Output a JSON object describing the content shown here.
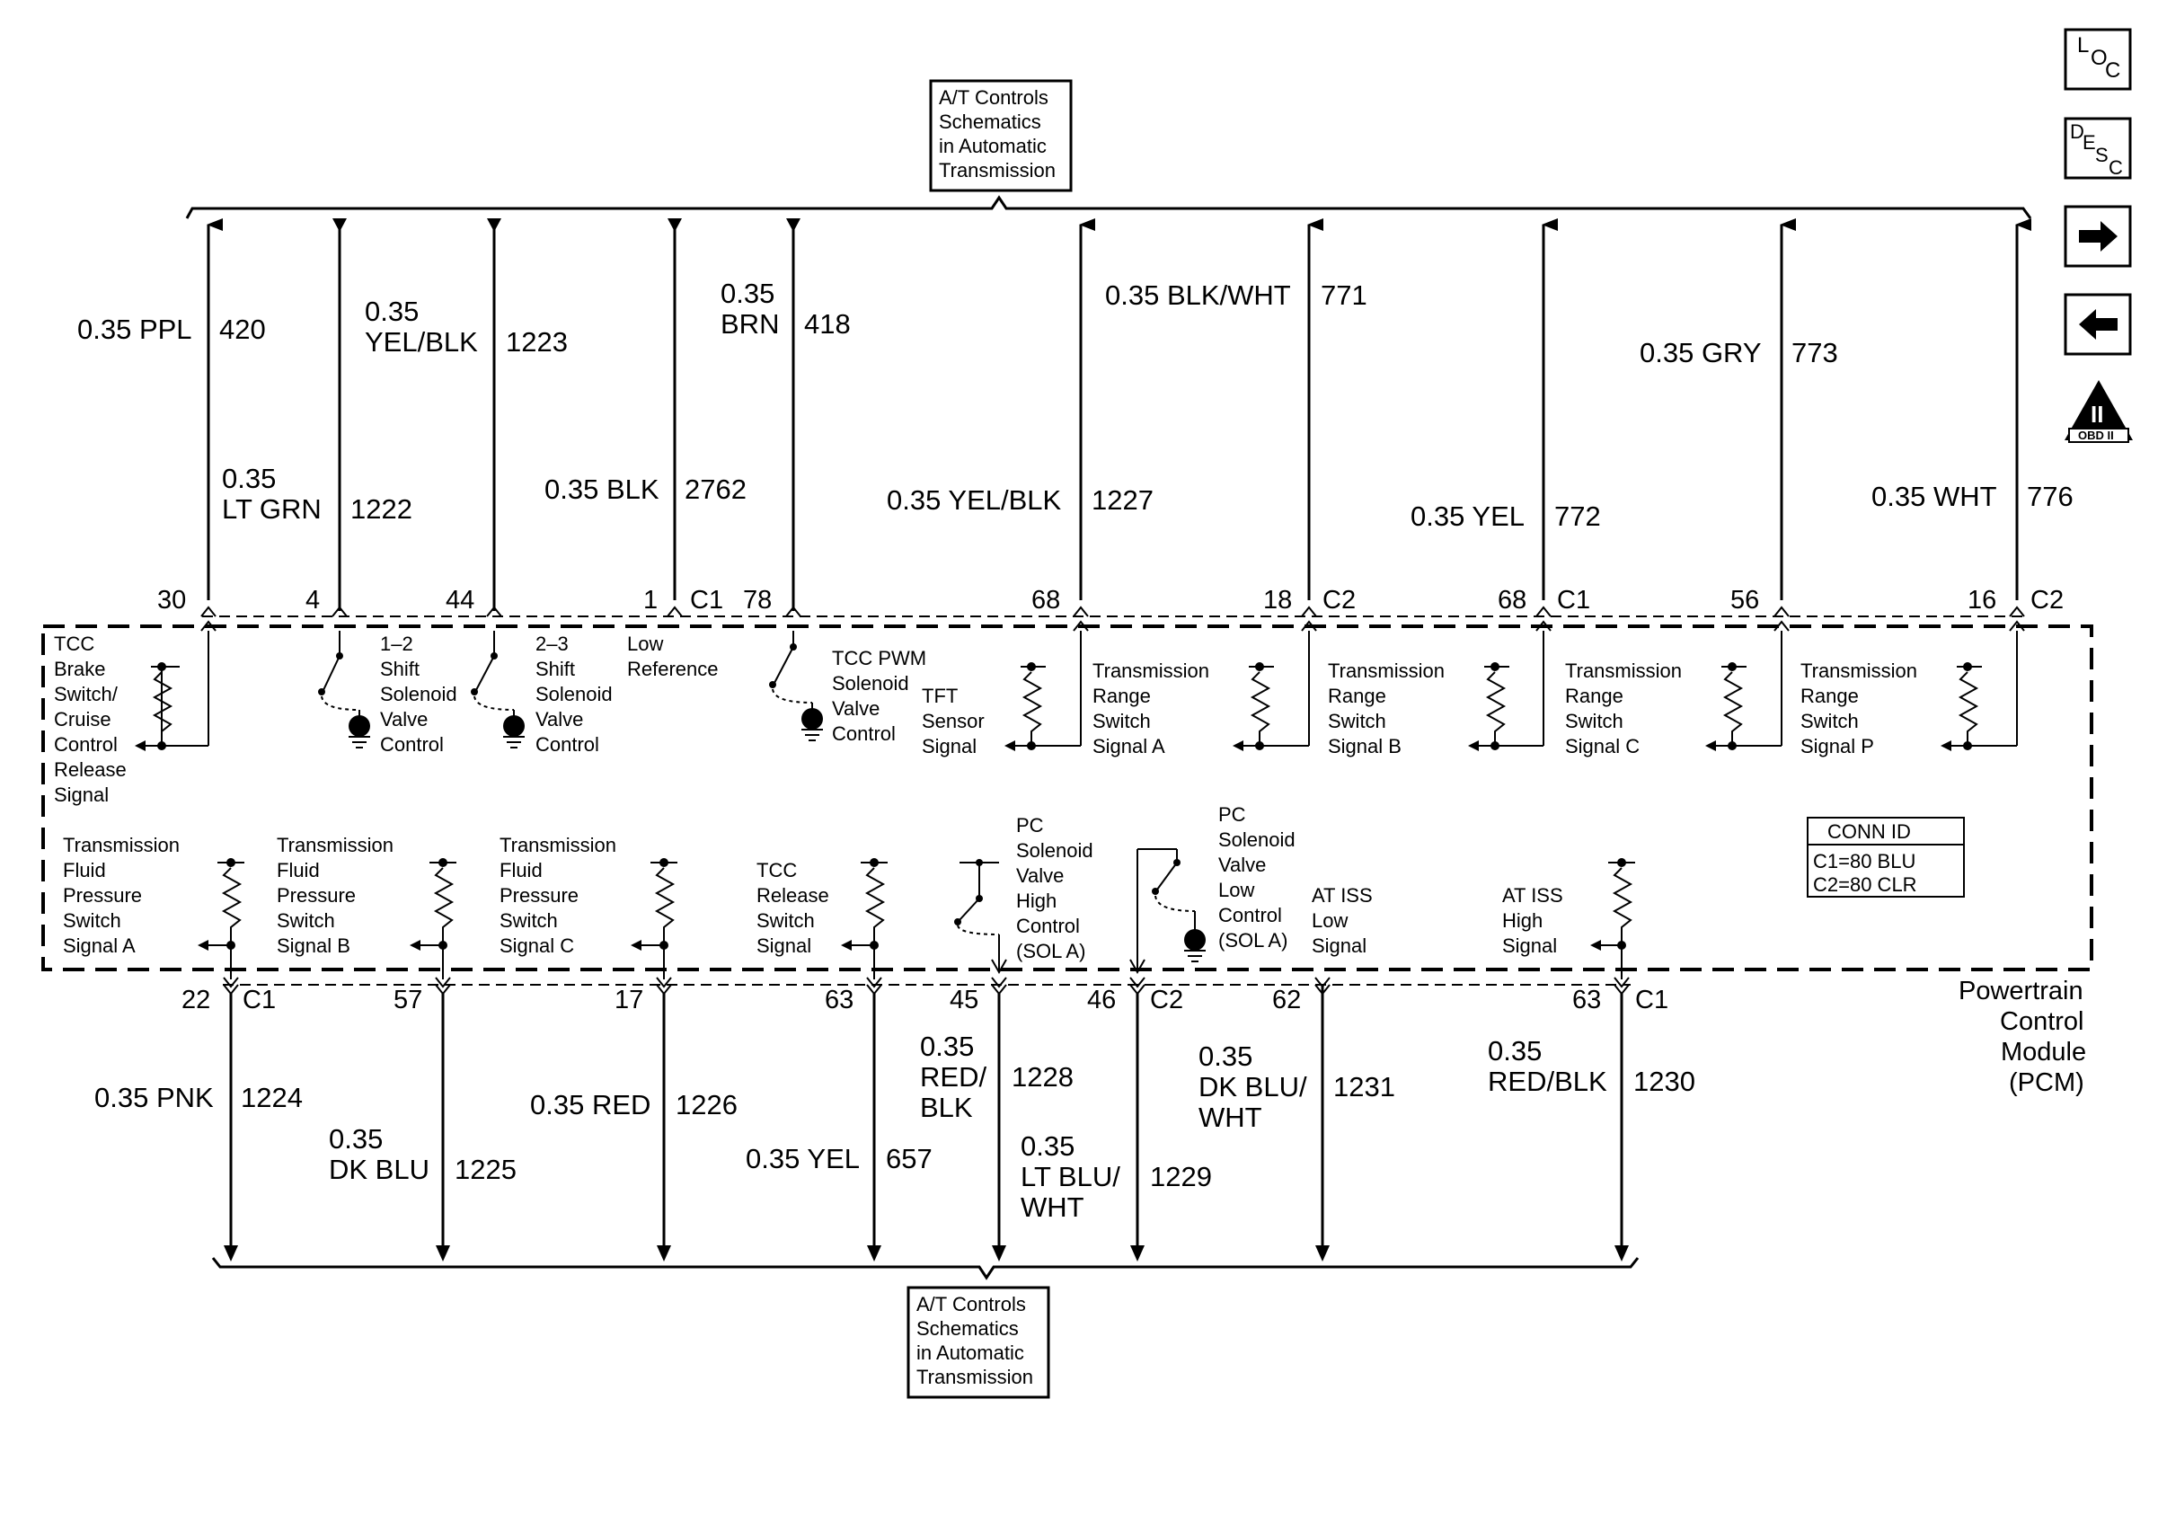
{
  "top_ref": [
    "A/T Controls",
    "Schematics",
    "in Automatic",
    "Transmission"
  ],
  "bottom_ref": [
    "A/T Controls",
    "Schematics",
    "in Automatic",
    "Transmission"
  ],
  "nav": {
    "loc_icon": "LOC",
    "desc_icon": "DESC",
    "forward": "forward-arrow",
    "back": "back-arrow",
    "obd": "OBD II"
  },
  "conn_id": {
    "title": "CONN ID",
    "c1": "C1=80 BLU",
    "c2": "C2=80 CLR"
  },
  "module_label": [
    "Powertrain",
    "Control",
    "Module",
    "(PCM)"
  ],
  "top_wires": {
    "w420": {
      "gauge": "0.35 PPL",
      "circuit": "420",
      "pin": "30"
    },
    "w1222": {
      "gauge1": "0.35",
      "gauge2": "LT GRN",
      "circuit": "1222",
      "pin": "4"
    },
    "w1223": {
      "gauge1": "0.35",
      "gauge2": "YEL/BLK",
      "circuit": "1223",
      "pin": "44"
    },
    "w2762": {
      "gauge": "0.35 BLK",
      "circuit": "2762",
      "pin": "1",
      "conn": "C1"
    },
    "w418": {
      "gauge1": "0.35",
      "gauge2": "BRN",
      "circuit": "418",
      "pin": "78"
    },
    "w1227": {
      "gauge": "0.35 YEL/BLK",
      "circuit": "1227",
      "pin": "68"
    },
    "w771": {
      "gauge": "0.35 BLK/WHT",
      "circuit": "771",
      "pin": "18",
      "conn": "C2"
    },
    "w772": {
      "gauge": "0.35 YEL",
      "circuit": "772",
      "pin": "68",
      "conn": "C1"
    },
    "w773": {
      "gauge": "0.35 GRY",
      "circuit": "773",
      "pin": "56"
    },
    "w776": {
      "gauge": "0.35 WHT",
      "circuit": "776",
      "pin": "16",
      "conn": "C2"
    }
  },
  "bottom_wires": {
    "w1224": {
      "gauge": "0.35 PNK",
      "circuit": "1224",
      "pin": "22",
      "conn": "C1"
    },
    "w1225": {
      "gauge1": "0.35",
      "gauge2": "DK BLU",
      "circuit": "1225",
      "pin": "57"
    },
    "w1226": {
      "gauge": "0.35 RED",
      "circuit": "1226",
      "pin": "17"
    },
    "w657": {
      "gauge": "0.35 YEL",
      "circuit": "657",
      "pin": "63"
    },
    "w1228": {
      "gauge1": "0.35",
      "gauge2": "RED/",
      "gauge3": "BLK",
      "circuit": "1228",
      "pin": "45"
    },
    "w1229": {
      "gauge1": "0.35",
      "gauge2": "LT BLU/",
      "gauge3": "WHT",
      "circuit": "1229",
      "pin": "46",
      "conn": "C2"
    },
    "w1231": {
      "gauge1": "0.35",
      "gauge2": "DK BLU/",
      "gauge3": "WHT",
      "circuit": "1231",
      "pin": "62"
    },
    "w1230": {
      "gauge1": "0.35",
      "gauge2": "RED/BLK",
      "circuit": "1230",
      "pin": "63",
      "conn": "C1"
    }
  },
  "components_top": {
    "tcc_brake": [
      "TCC",
      "Brake",
      "Switch/",
      "Cruise",
      "Control",
      "Release",
      "Signal"
    ],
    "shift12": [
      "1–2",
      "Shift",
      "Solenoid",
      "Valve",
      "Control"
    ],
    "shift23": [
      "2–3",
      "Shift",
      "Solenoid",
      "Valve",
      "Control"
    ],
    "low_ref": [
      "Low",
      "Reference"
    ],
    "tcc_pwm": [
      "TCC PWM",
      "Solenoid",
      "Valve",
      "Control"
    ],
    "tft": [
      "TFT",
      "Sensor",
      "Signal"
    ],
    "trs_a": [
      "Transmission",
      "Range",
      "Switch",
      "Signal A"
    ],
    "trs_b": [
      "Transmission",
      "Range",
      "Switch",
      "Signal B"
    ],
    "trs_c": [
      "Transmission",
      "Range",
      "Switch",
      "Signal C"
    ],
    "trs_p": [
      "Transmission",
      "Range",
      "Switch",
      "Signal P"
    ]
  },
  "components_bottom": {
    "tfp_a": [
      "Transmission",
      "Fluid",
      "Pressure",
      "Switch",
      "Signal A"
    ],
    "tfp_b": [
      "Transmission",
      "Fluid",
      "Pressure",
      "Switch",
      "Signal B"
    ],
    "tfp_c": [
      "Transmission",
      "Fluid",
      "Pressure",
      "Switch",
      "Signal C"
    ],
    "tcc_rel": [
      "TCC",
      "Release",
      "Switch",
      "Signal"
    ],
    "pc_high": [
      "PC",
      "Solenoid",
      "Valve",
      "High",
      "Control",
      "(SOL A)"
    ],
    "pc_low": [
      "PC",
      "Solenoid",
      "Valve",
      "Low",
      "Control",
      "(SOL A)"
    ],
    "iss_low": [
      "AT ISS",
      "Low",
      "Signal"
    ],
    "iss_high": [
      "AT ISS",
      "High",
      "Signal"
    ]
  }
}
